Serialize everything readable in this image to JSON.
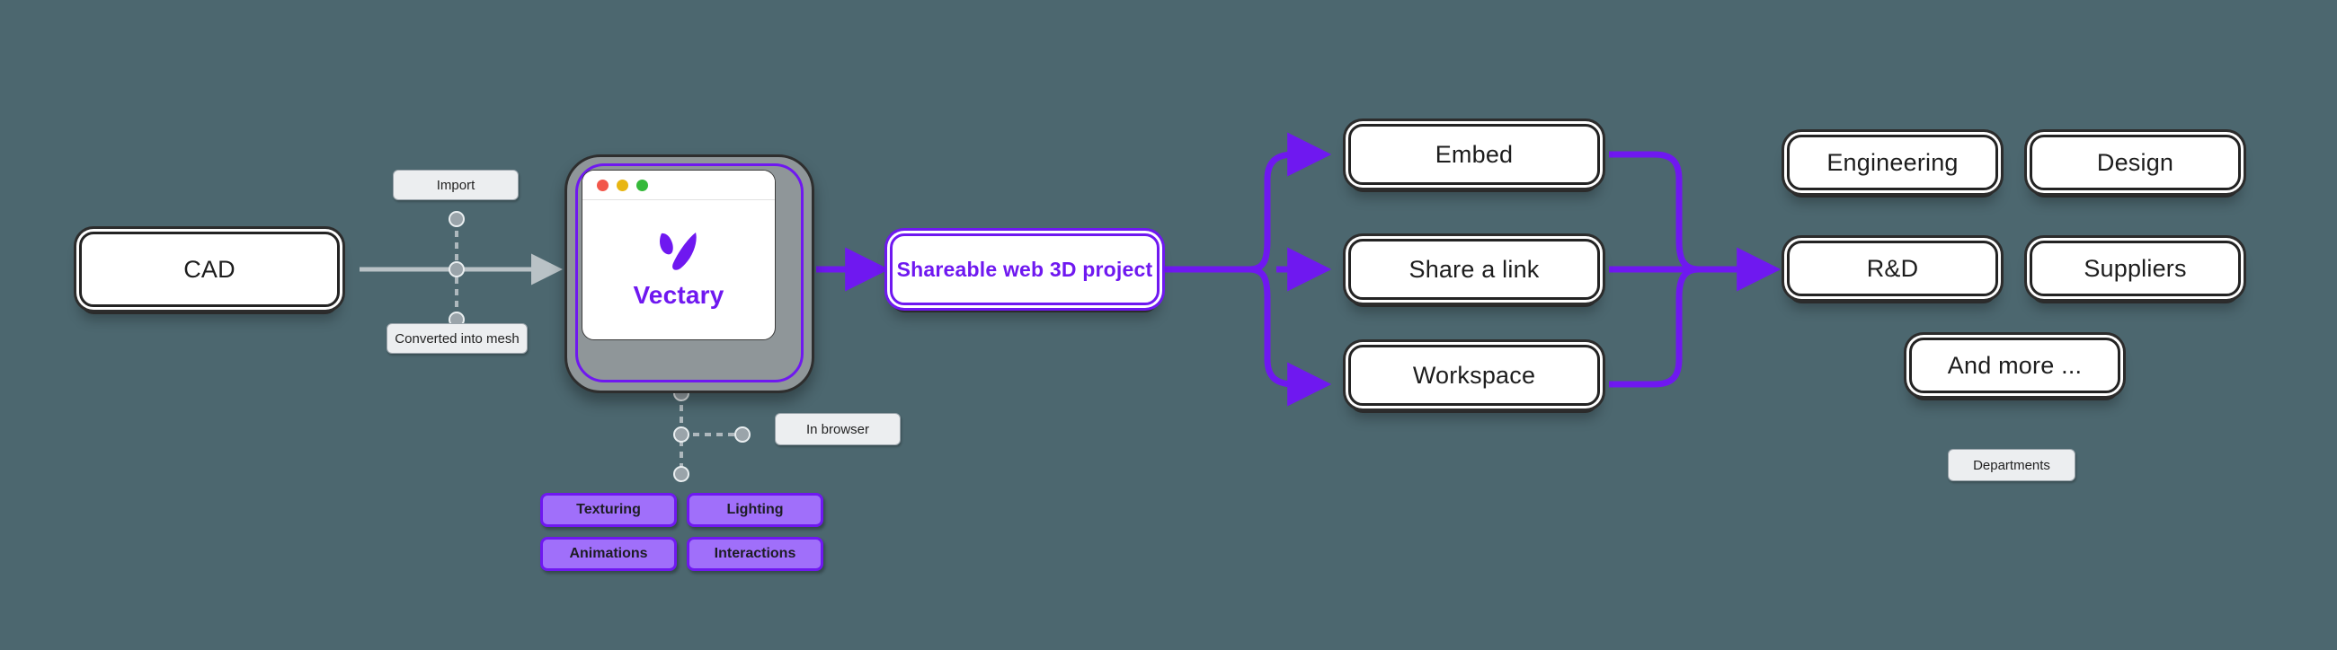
{
  "canvas": {
    "background_color": "#4c676f",
    "accent_purple": "#6f18f0",
    "chip_fill": "#a06ffa",
    "node_border": "#232323",
    "pill_fill": "#eceef0"
  },
  "nodes": {
    "cad": {
      "label": "CAD"
    },
    "shareable": {
      "label": "Shareable web 3D project"
    },
    "embed": {
      "label": "Embed"
    },
    "share_link": {
      "label": "Share a link"
    },
    "workspace": {
      "label": "Workspace"
    },
    "engineering": {
      "label": "Engineering"
    },
    "design": {
      "label": "Design"
    },
    "rnd": {
      "label": "R&D"
    },
    "suppliers": {
      "label": "Suppliers"
    },
    "and_more": {
      "label": "And more ..."
    }
  },
  "browser": {
    "brand": "Vectary",
    "logo_icon": "vectary-butterfly-logo",
    "traffic_lights": [
      {
        "name": "close-dot",
        "color": "#f2574b"
      },
      {
        "name": "minimize-dot",
        "color": "#e8b612"
      },
      {
        "name": "maximize-dot",
        "color": "#35b93a"
      }
    ]
  },
  "annotations": {
    "import": "Import",
    "converted": "Converted into mesh",
    "in_browser": "In browser",
    "departments": "Departments"
  },
  "features": [
    {
      "label": "Texturing"
    },
    {
      "label": "Lighting"
    },
    {
      "label": "Animations"
    },
    {
      "label": "Interactions"
    }
  ]
}
